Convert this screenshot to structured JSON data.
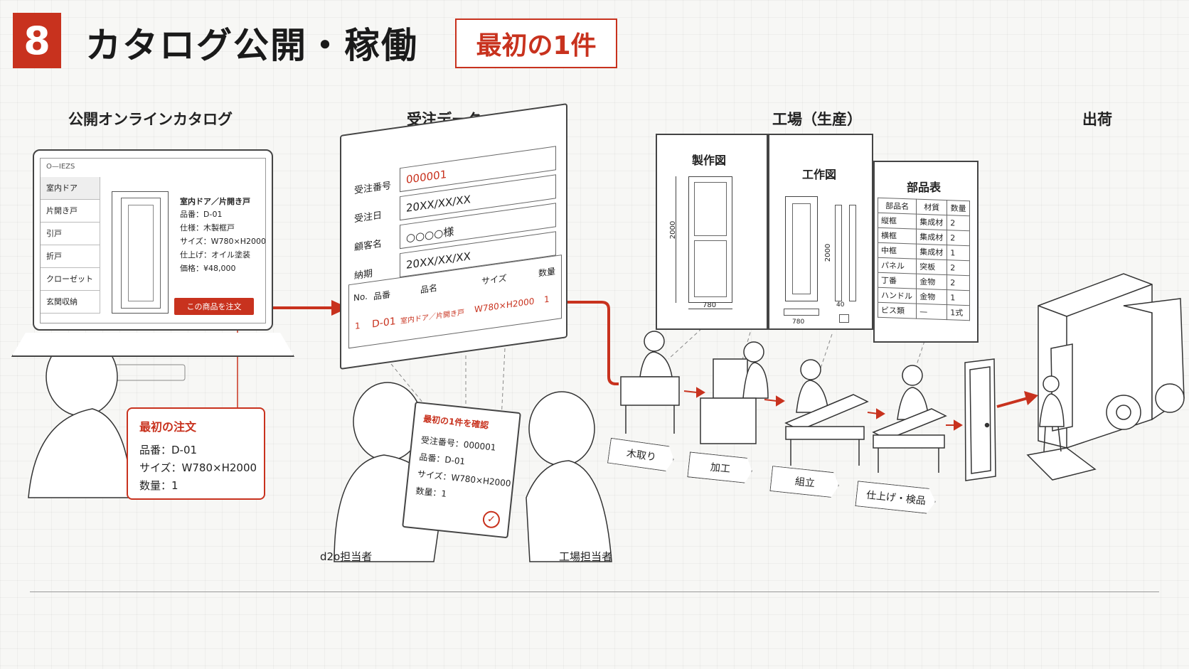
{
  "header": {
    "step_number": "8",
    "title": "カタログ公開・稼働",
    "tag": "最初の1件"
  },
  "sections": {
    "catalog": "公開オンラインカタログ",
    "order_data": "受注データ",
    "factory": "工場（生産）",
    "shipping": "出荷"
  },
  "laptop": {
    "site_logo": "O—IEZS",
    "sidebar": [
      "室内ドア",
      "片開き戸",
      "引戸",
      "折戸",
      "クローゼット",
      "玄関収納"
    ],
    "product_title": "室内ドア／片開き戸",
    "specs": [
      "品番：D-01",
      "仕様：木製框戸",
      "サイズ：W780×H2000",
      "仕上げ：オイル塗装",
      "価格：¥48,000"
    ],
    "order_button": "この商品を注文"
  },
  "first_order": {
    "title": "最初の注文",
    "lines": [
      "品番：D-01",
      "サイズ：W780×H2000",
      "数量：1"
    ]
  },
  "order_form": {
    "fields": [
      {
        "label": "受注番号",
        "value": "000001"
      },
      {
        "label": "受注日",
        "value": "20XX/XX/XX"
      },
      {
        "label": "顧客名",
        "value": "○○○○様"
      },
      {
        "label": "納期",
        "value": "20XX/XX/XX"
      }
    ],
    "table_headers": [
      "No.",
      "品番",
      "品名",
      "サイズ",
      "数量"
    ],
    "table_row": [
      "1",
      "D-01",
      "室内ドア／片開き戸",
      "W780×H2000",
      "1"
    ]
  },
  "tablet": {
    "title": "最初の1件を確認",
    "lines": [
      "受注番号：000001",
      "品番：D-01",
      "サイズ：W780×H2000",
      "数量：1"
    ]
  },
  "people": {
    "d2o": "d2o担当者",
    "factory": "工場担当者"
  },
  "drawings": {
    "production_drawing": "製作図",
    "work_drawing": "工作図",
    "parts_list": "部品表",
    "dims": {
      "height": "2000",
      "width": "780",
      "w40": "40"
    },
    "parts_headers": [
      "部品名",
      "材質",
      "数量"
    ],
    "parts_rows": [
      [
        "縦框",
        "集成材",
        "2"
      ],
      [
        "横框",
        "集成材",
        "2"
      ],
      [
        "中框",
        "集成材",
        "1"
      ],
      [
        "パネル",
        "突板",
        "2"
      ],
      [
        "丁番",
        "金物",
        "2"
      ],
      [
        "ハンドル",
        "金物",
        "1"
      ],
      [
        "ビス類",
        "—",
        "1式"
      ]
    ]
  },
  "process_steps": [
    "木取り",
    "加工",
    "組立",
    "仕上げ・検品"
  ],
  "colors": {
    "accent": "#c8321e",
    "line": "#444444"
  }
}
